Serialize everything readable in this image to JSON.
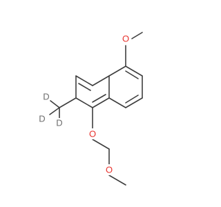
{
  "molecule": {
    "colors": {
      "bond": "#3d3d3d",
      "oxygen": "#e8322d",
      "deuterium": "#6c6c6c",
      "background": "#ffffff"
    },
    "atoms": {
      "o_methoxy_top": "O",
      "o_mom_ring": "O",
      "o_mom_chain": "O",
      "d1": "D",
      "d2": "D",
      "d3": "D"
    }
  }
}
